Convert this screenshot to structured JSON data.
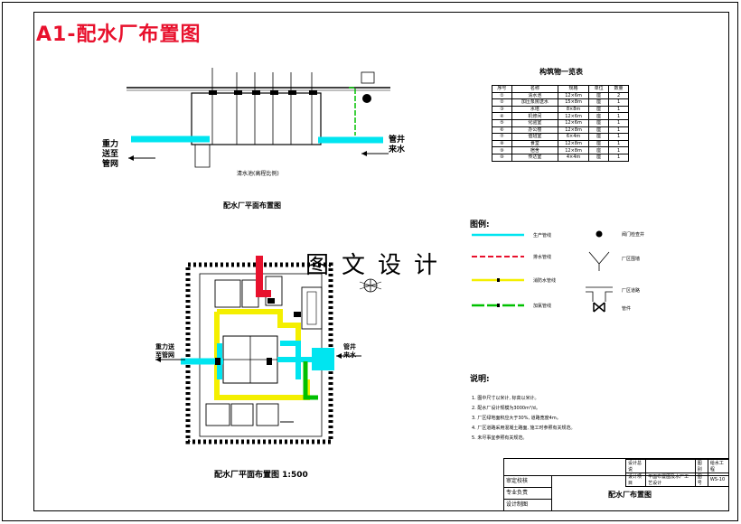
{
  "title": "A1-配水厂布置图",
  "watermark": "图文设计",
  "section": {
    "caption": "配水厂平面布置图",
    "left_label": "重力\n送至\n管网",
    "right_label": "管井\n来水",
    "tank_note": "清水池(高程比例)"
  },
  "plan": {
    "caption": "配水厂平面布置图  1:500",
    "left_label": "重力送\n至管网",
    "right_label": "管井\n来水"
  },
  "building_table": {
    "title": "构筑物一览表",
    "headers": [
      "序号",
      "名称",
      "规格",
      "单位",
      "数量"
    ],
    "rows": [
      [
        "①",
        "清水池",
        "12×6m",
        "座",
        "2"
      ],
      [
        "②",
        "加压泵房送水",
        "15×8m",
        "座",
        "1"
      ],
      [
        "③",
        "水塔",
        "8×8m",
        "座",
        "1"
      ],
      [
        "④",
        "机修间",
        "12×6m",
        "座",
        "1"
      ],
      [
        "⑤",
        "化验室",
        "12×6m",
        "座",
        "1"
      ],
      [
        "⑥",
        "办公楼",
        "12×8m",
        "座",
        "1"
      ],
      [
        "⑦",
        "值班室",
        "6×4m",
        "座",
        "1"
      ],
      [
        "⑧",
        "食堂",
        "12×8m",
        "座",
        "1"
      ],
      [
        "⑨",
        "宿舍",
        "12×8m",
        "座",
        "1"
      ],
      [
        "⑩",
        "传达室",
        "4×4m",
        "座",
        "1"
      ]
    ]
  },
  "legend": {
    "title": "图例:",
    "items": [
      {
        "label": "生产管线",
        "color": "#00e5f0"
      },
      {
        "label": "排水管线",
        "color": "#e8112d"
      },
      {
        "label": "消防水管线",
        "color": "#f4ef00"
      },
      {
        "label": "加氯管线",
        "color": "#00c000"
      }
    ],
    "symbols": [
      "阀门检查井",
      "厂区围墙",
      "厂区道路",
      "管件"
    ]
  },
  "notes": {
    "title": "说明:",
    "items": [
      "1. 图中尺寸以米计, 标高以米计。",
      "2. 配水厂设计规模为3000m³/d。",
      "3. 厂区绿地面积应大于30%, 道路宽度4m。",
      "4. 厂区道路采用混凝土路面, 施工时参照有关规范。",
      "5. 未尽事宜参照有关规范。"
    ]
  },
  "title_block": {
    "drawing_name": "配水厂布置图",
    "r1": [
      "设计总说",
      "",
      "图别",
      "给水工程"
    ],
    "r2": [
      "设计项目",
      "平面布置图及水厂工艺设计",
      "图号",
      "WS-10"
    ],
    "left_rows": [
      "审定校核",
      "专业负责",
      "设计制图"
    ]
  },
  "colors": {
    "cyan": "#00e5f0",
    "red": "#e8112d",
    "yellow": "#f4ef00",
    "green": "#00c000",
    "title": "#e8112d"
  }
}
